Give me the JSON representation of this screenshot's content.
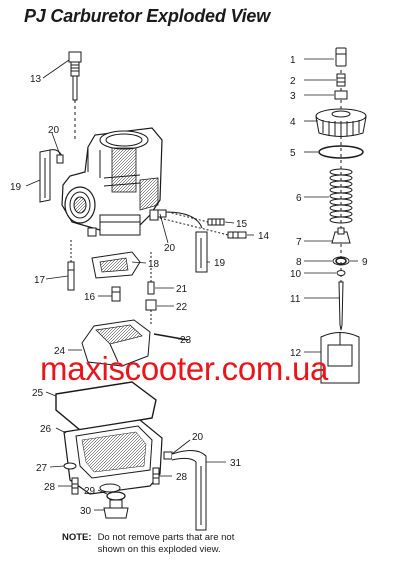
{
  "title": "PJ Carburetor Exploded View",
  "watermark": "maxiscooter.com.ua",
  "note": {
    "label": "NOTE:",
    "text": "Do not remove parts that are not shown on this exploded view."
  },
  "callouts": {
    "c1": "1",
    "c2": "2",
    "c3": "3",
    "c4": "4",
    "c5": "5",
    "c6": "6",
    "c7": "7",
    "c8": "8",
    "c9": "9",
    "c10": "10",
    "c11": "11",
    "c12": "12",
    "c13": "13",
    "c14": "14",
    "c15": "15",
    "c16": "16",
    "c17": "17",
    "c18": "18",
    "c19a": "19",
    "c19b": "19",
    "c20a": "20",
    "c20b": "20",
    "c20c": "20",
    "c21": "21",
    "c22": "22",
    "c23": "23",
    "c24": "24",
    "c25": "25",
    "c26": "26",
    "c27": "27",
    "c28a": "28",
    "c28b": "28",
    "c29": "29",
    "c30": "30",
    "c31": "31"
  },
  "colors": {
    "ink": "#1a1a1a",
    "watermark": "#e8151b"
  }
}
